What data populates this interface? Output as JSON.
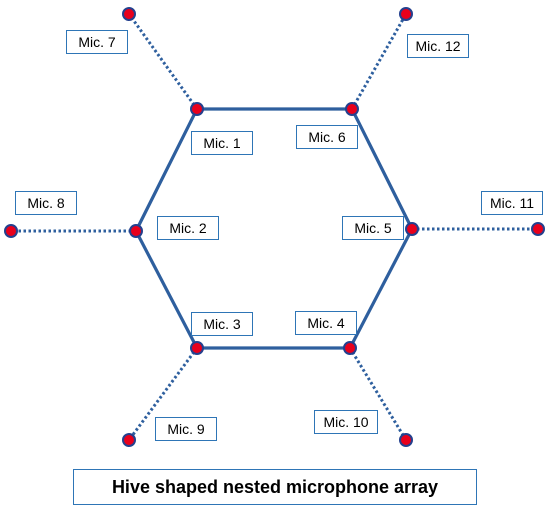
{
  "colors": {
    "frame": "#2e75b6",
    "edge": "#2e5f9e",
    "node_fill": "#e8001c",
    "node_stroke": "#24408e"
  },
  "caption": "Hive shaped nested microphone array",
  "mics": [
    {
      "label": "Mic. 1"
    },
    {
      "label": "Mic. 2"
    },
    {
      "label": "Mic. 3"
    },
    {
      "label": "Mic. 4"
    },
    {
      "label": "Mic. 5"
    },
    {
      "label": "Mic. 6"
    },
    {
      "label": "Mic. 7"
    },
    {
      "label": "Mic. 8"
    },
    {
      "label": "Mic. 9"
    },
    {
      "label": "Mic. 10"
    },
    {
      "label": "Mic. 11"
    },
    {
      "label": "Mic. 12"
    }
  ]
}
